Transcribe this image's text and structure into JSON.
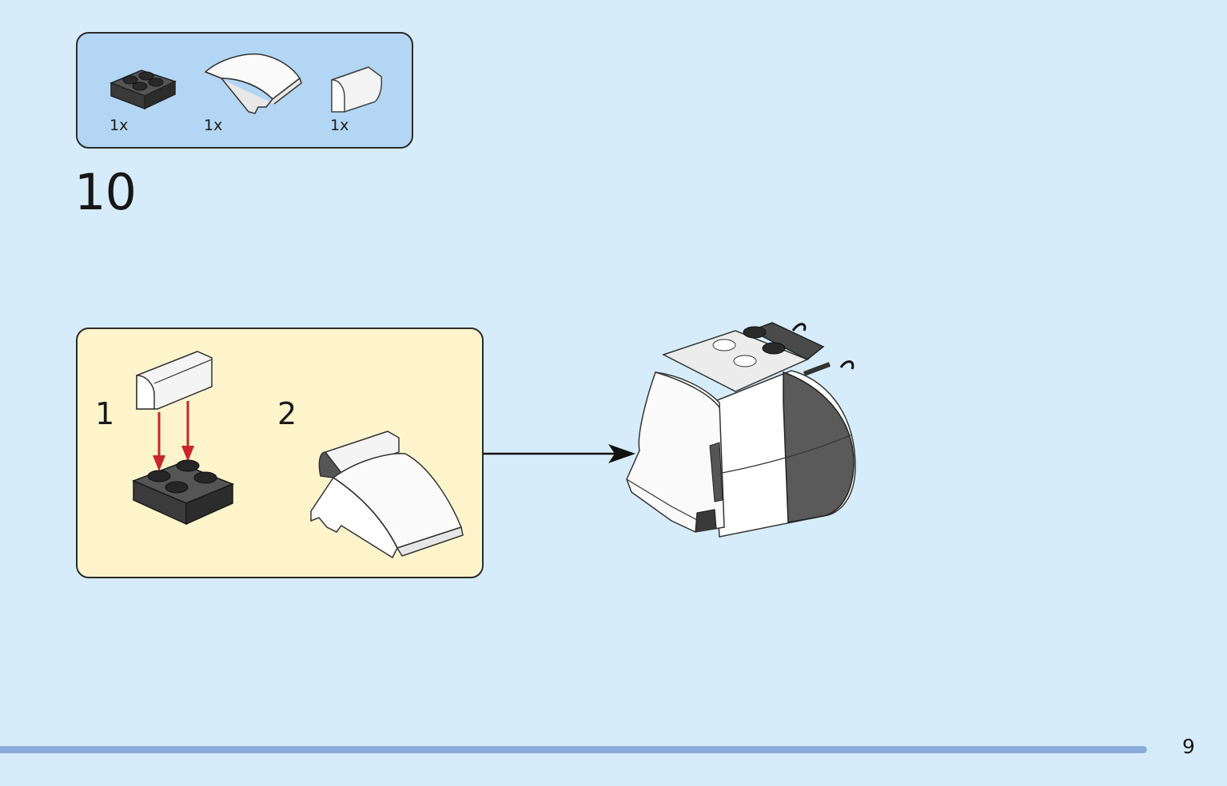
{
  "parts_list": {
    "items": [
      {
        "name": "dark-grey-plate-2x2",
        "qty": "1x"
      },
      {
        "name": "white-curved-wedge",
        "qty": "1x"
      },
      {
        "name": "white-curved-slope",
        "qty": "1x"
      }
    ]
  },
  "step": {
    "number": "10"
  },
  "substeps": [
    {
      "number": "1"
    },
    {
      "number": "2"
    }
  ],
  "page": {
    "number": "9"
  },
  "colors": {
    "background": "#d6ecfa",
    "parts_box": "#b3d6f4",
    "substep_box": "#fdf4cc",
    "dark_brick": "#3e3e3e",
    "arrow_red": "#c8262c",
    "footer_bar": "#8aaddb"
  }
}
